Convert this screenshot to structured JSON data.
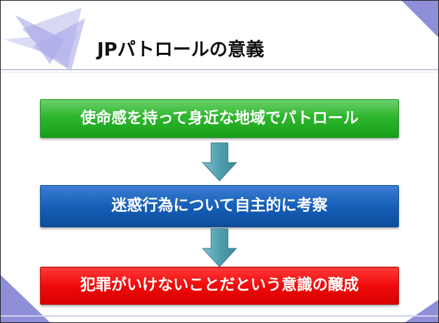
{
  "slide": {
    "title": "JPパトロールの意義",
    "steps": [
      "使命感を持って身近な地域でパトロール",
      "迷惑行為について自主的に考察",
      "犯罪がいけないことだという意識の醸成"
    ]
  },
  "colors": {
    "step1": "#2bb32b",
    "step2": "#1560b8",
    "step3": "#f40d0d",
    "arrow": "#4f9fb0",
    "decoration": "#8f8fd9"
  },
  "icons": [
    "down-arrow-icon",
    "down-arrow-icon"
  ]
}
